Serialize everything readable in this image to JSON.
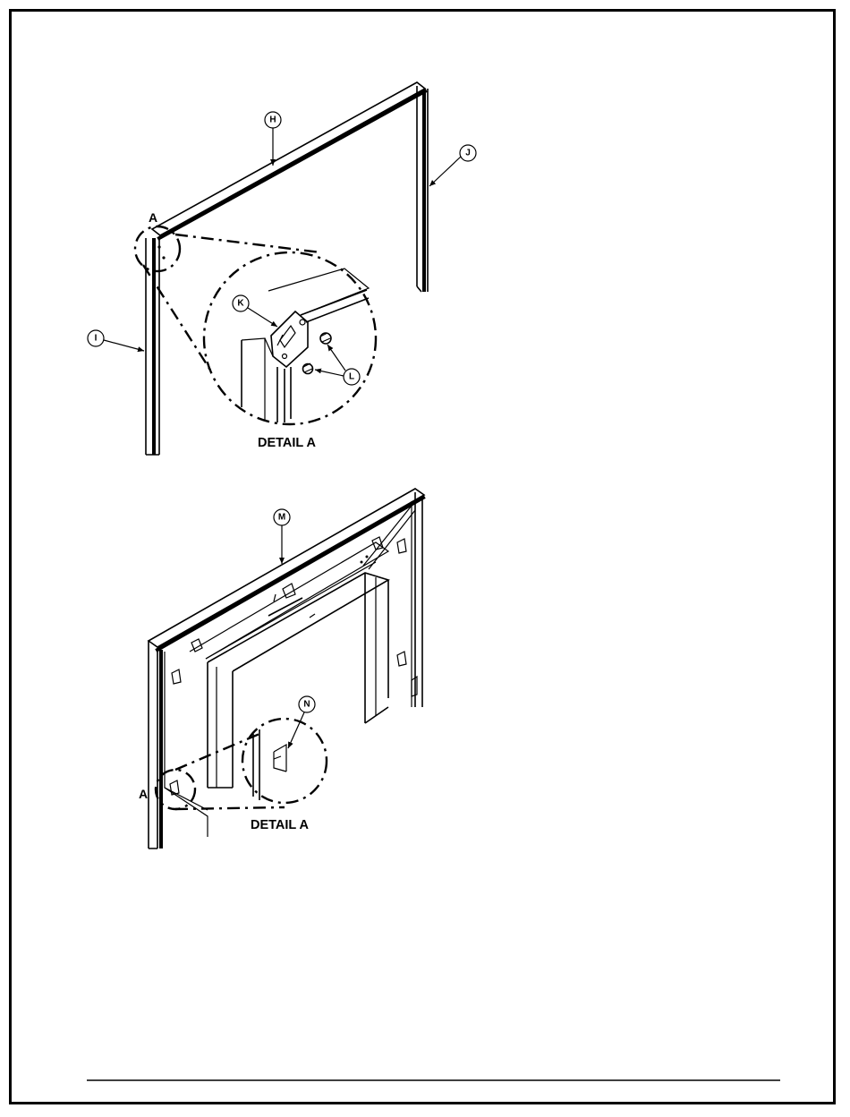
{
  "labels": {
    "H": "H",
    "I": "I",
    "J": "J",
    "K": "K",
    "L": "L",
    "M": "M",
    "N": "N",
    "detail_ref_top": "A",
    "detail_ref_bottom": "A",
    "detail_title_top": "DETAIL A",
    "detail_title_bottom": "DETAIL A"
  }
}
